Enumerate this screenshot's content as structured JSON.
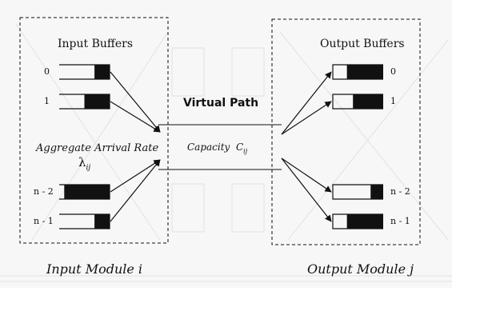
{
  "input_module": {
    "heading": "Input Buffers",
    "rate_label": "Aggregate Arrival Rate",
    "rate_symbol": "λ",
    "rate_subscript": "ij",
    "caption": "Input Module i",
    "buffers": [
      {
        "label": "0",
        "fill": 0.3
      },
      {
        "label": "1",
        "fill": 0.5
      },
      {
        "label": "n - 2",
        "fill": 0.9
      },
      {
        "label": "n - 1",
        "fill": 0.3
      }
    ]
  },
  "virtual_path": {
    "title": "Virtual Path",
    "capacity_label": "Capacity",
    "capacity_symbol": "C",
    "capacity_subscript": "ij"
  },
  "output_module": {
    "heading": "Output Buffers",
    "caption": "Output Module j",
    "buffers": [
      {
        "label": "0",
        "fill": 0.72
      },
      {
        "label": "1",
        "fill": 0.6
      },
      {
        "label": "n - 2",
        "fill": 0.25
      },
      {
        "label": "n - 1",
        "fill": 0.72
      }
    ]
  },
  "colors": {
    "line": "#111111",
    "background_texture": "#e4e4e4",
    "queue_fill": "#111111"
  }
}
